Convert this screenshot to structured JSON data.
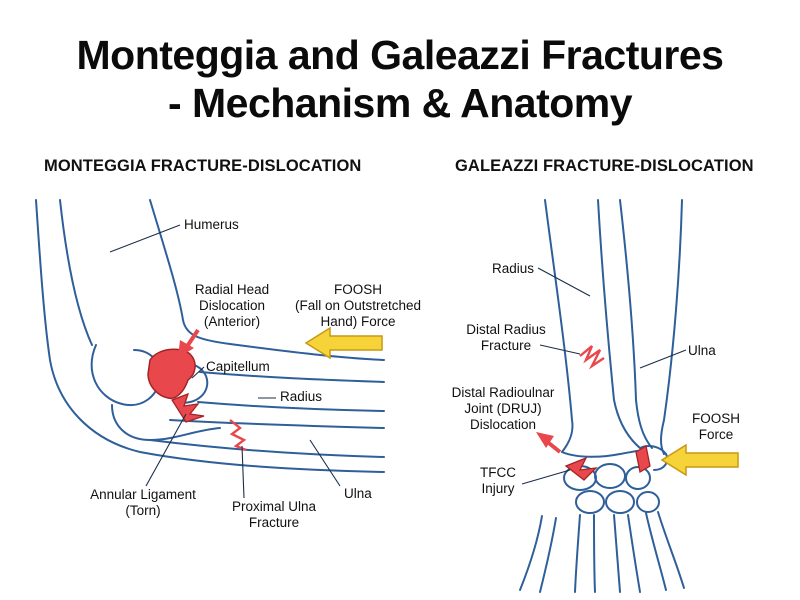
{
  "title": {
    "line1": "Monteggia and Galeazzi Fractures",
    "line2": "- Mechanism & Anatomy"
  },
  "colors": {
    "bone_outline": "#2f5f9a",
    "injury_red": "#e8484c",
    "arrow_yellow": "#f7d33a",
    "arrow_outline": "#c79a10",
    "leader": "#1a2e4a"
  },
  "monteggia": {
    "heading": "MONTEGGIA FRACTURE-DISLOCATION",
    "labels": {
      "humerus": "Humerus",
      "radial_head_dislocation": [
        "Radial Head",
        "Dislocation",
        "(Anterior)"
      ],
      "foosh": [
        "FOOSH",
        "(Fall on Outstretched",
        "Hand) Force"
      ],
      "capitellum": "Capitellum",
      "radius": "Radius",
      "annular_ligament": [
        "Annular Ligament",
        "(Torn)"
      ],
      "proximal_ulna_fracture": [
        "Proximal Ulna",
        "Fracture"
      ],
      "ulna": "Ulna"
    },
    "icons": [
      "foosh-force-arrow-icon",
      "dislocation-arrow-icon"
    ]
  },
  "galeazzi": {
    "heading": "GALEAZZI FRACTURE-DISLOCATION",
    "labels": {
      "radius": "Radius",
      "distal_radius_fracture": [
        "Distal Radius",
        "Fracture"
      ],
      "ulna": "Ulna",
      "druj": [
        "Distal Radioulnar",
        "Joint (DRUJ)",
        "Dislocation"
      ],
      "foosh": [
        "FOOSH",
        "Force"
      ],
      "tfcc": [
        "TFCC",
        "Injury"
      ]
    },
    "icons": [
      "foosh-force-arrow-icon",
      "druj-dislocation-arrow-icon"
    ]
  }
}
